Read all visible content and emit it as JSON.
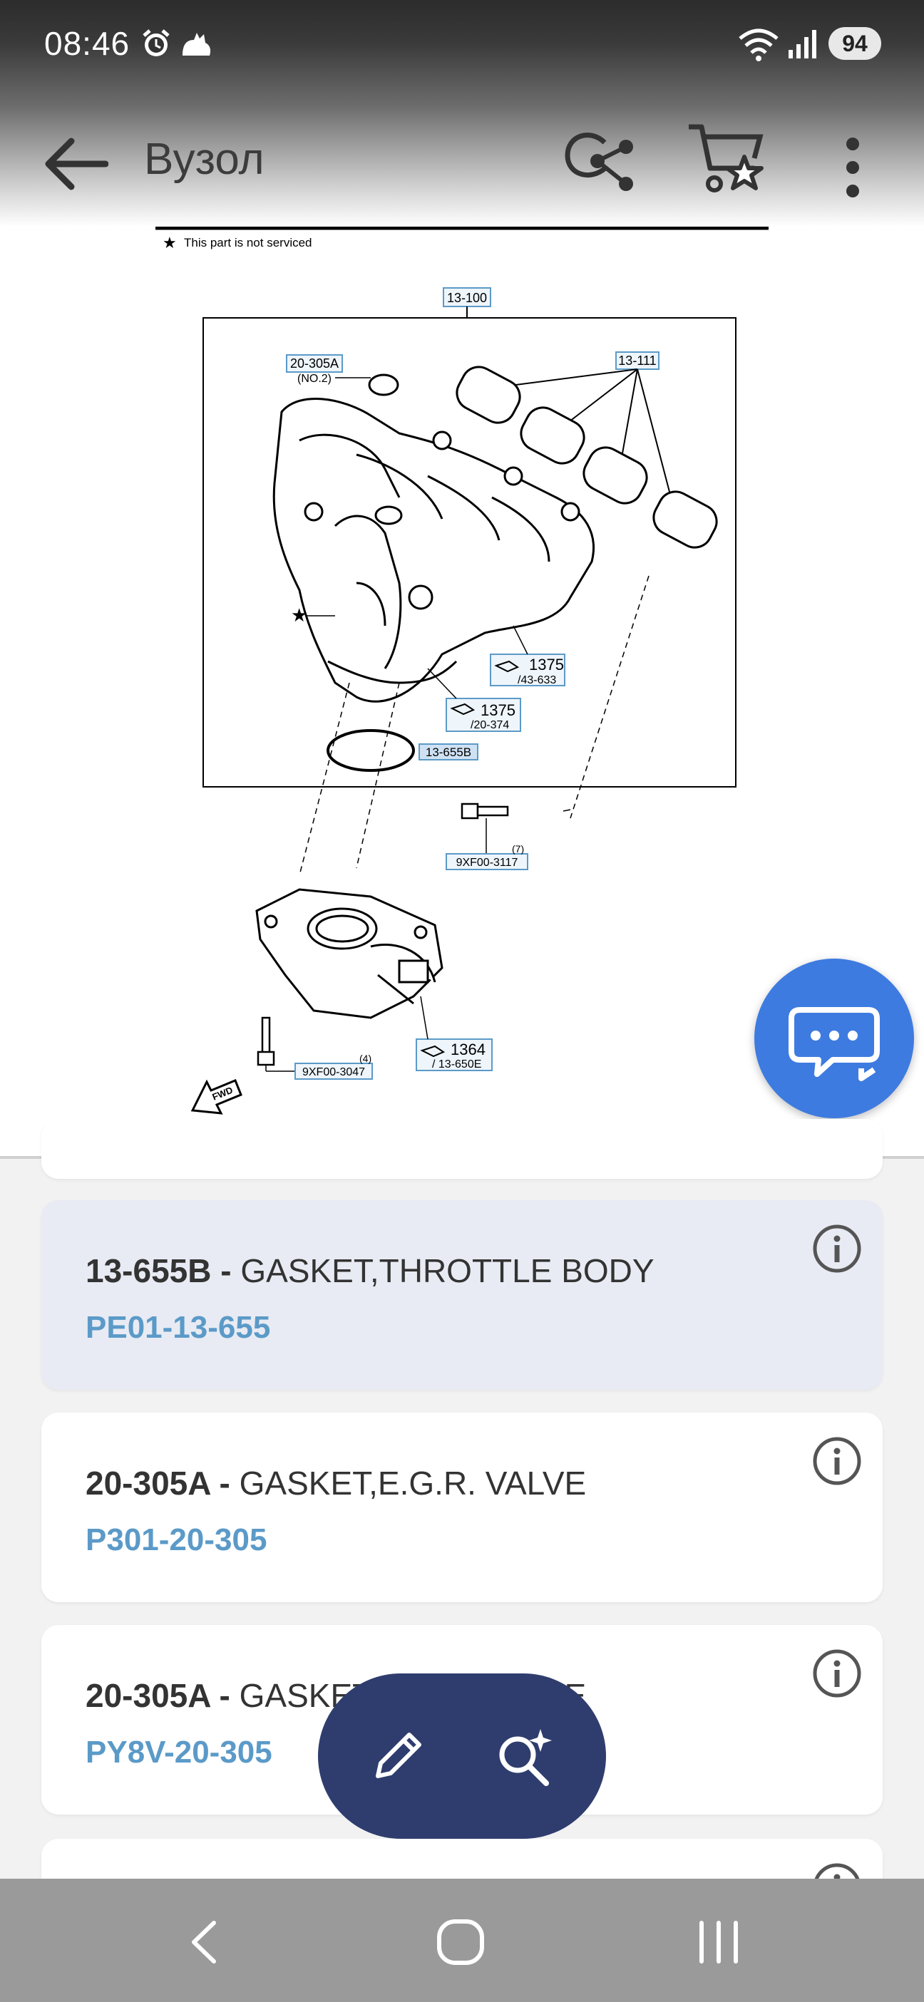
{
  "status_bar": {
    "time": "08:46",
    "battery": "94",
    "icons": [
      "alarm-icon",
      "cat-notification-icon",
      "wifi-icon",
      "signal-icon",
      "battery-icon"
    ]
  },
  "app_bar": {
    "title": "Вузол",
    "icons": [
      "back-arrow-icon",
      "share-icon",
      "cart-star-icon",
      "more-vert-icon"
    ]
  },
  "diagram": {
    "note": "This part is not serviced",
    "labels": {
      "l13100": "13-100",
      "l20305a": "20-305A",
      "no2": "(NO.2)",
      "l13111": "13-111",
      "r1375a": "1375",
      "r43633": "/43-633",
      "r1375b": "1375",
      "r20374": "/20-374",
      "l13655b": "13-655B",
      "bolt1": "9XF00-3117",
      "bolt1q": "(7)",
      "r1364": "1364",
      "r13650e": "/ 13-650E",
      "bolt2": "9XF00-3047",
      "bolt2q": "(4)",
      "fwd": "FWD"
    }
  },
  "parts": [
    {
      "code": "13-655B",
      "name": "GASKET,THROTTLE BODY",
      "part_no": "PE01-13-655",
      "selected": true
    },
    {
      "code": "20-305A",
      "name": "GASKET,E.G.R. VALVE",
      "part_no": "P301-20-305",
      "selected": false
    },
    {
      "code": "20-305A",
      "name": "GASKET,E.G.R. VALVE",
      "part_no": "PY8V-20-305",
      "selected": false
    }
  ],
  "part_separator": " - ",
  "colors": {
    "accent_blue": "#3e7be0",
    "fab_navy": "#2f3d6e",
    "part_no_blue": "#5b9ac8",
    "selected_card": "#e8ebf3"
  }
}
